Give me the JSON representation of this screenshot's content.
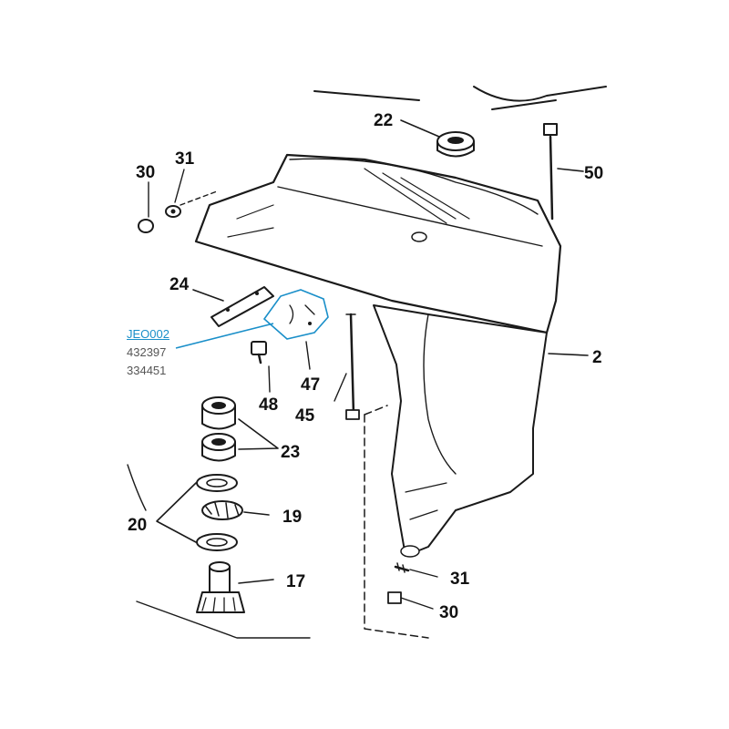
{
  "diagram": {
    "callouts": {
      "c22": "22",
      "c50": "50",
      "c30_top": "30",
      "c31_top": "31",
      "c24": "24",
      "c2": "2",
      "c47": "47",
      "c48": "48",
      "c45": "45",
      "c23": "23",
      "c20": "20",
      "c19": "19",
      "c17": "17",
      "c31_bottom": "31",
      "c30_bottom": "30"
    },
    "highlight_color": "#1a8fc9"
  },
  "part_reference": {
    "link_label": "JEO002",
    "alt_numbers": [
      "432397",
      "334451"
    ]
  }
}
